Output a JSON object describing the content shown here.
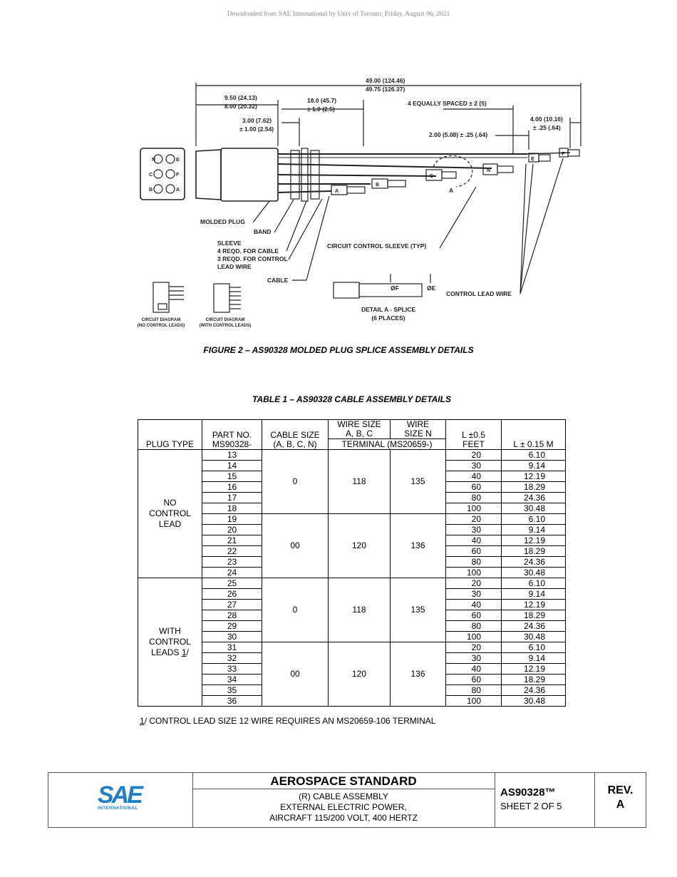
{
  "watermark": "Downloaded from SAE International by Univ of Toronto, Friday, August 06, 2021",
  "figure": {
    "caption": "FIGURE 2 – AS90328 MOLDED PLUG SPLICE ASSEMBLY DETAILS",
    "labels": {
      "overall_1": "49.00 (124.46)",
      "overall_2": "49.75 (126.37)",
      "plug_len_1": "9.50 (24.13)",
      "plug_len_2": "8.00 (20.32)",
      "sleeve_sp_1": "18.0 (45.7)",
      "sleeve_sp_2": "± 1.0 (2.5)",
      "equal_spaced": "4 EQUALLY SPACED ± 2 (5)",
      "band_1": "3.00 (7.62)",
      "band_2": "± 1.00 (2.54)",
      "ctrl_end_1": "4.00 (10.16)",
      "ctrl_end_2": "± .25 (.64)",
      "ctrl_sp": "2.00 (5.08) ± .25 (.64)",
      "molded_plug": "MOLDED PLUG",
      "band": "BAND",
      "sleeve_1": "SLEEVE",
      "sleeve_2": "4 REQD. FOR CABLE",
      "sleeve_3": "3 REQD. FOR CONTROL",
      "sleeve_4": "LEAD WIRE",
      "cable": "CABLE",
      "circuit_sleeve": "CIRCUIT CONTROL SLEEVE (TYP)",
      "control_lead": "CONTROL LEAD WIRE",
      "dia_f": "ØF",
      "dia_e": "ØE",
      "detail_1": "DETAIL A - SPLICE",
      "detail_2": "(6 PLACES)",
      "detail_mark": "A",
      "circuit_no_1": "CIRCUIT DIAGRAM",
      "circuit_no_2": "(NO CONTROL LEADS)",
      "circuit_with_1": "CIRCUIT DIAGRAM",
      "circuit_with_2": "(WITH CONTROL LEADS)",
      "pin_n": "N",
      "pin_e": "E",
      "pin_c": "C",
      "pin_f": "F",
      "pin_b": "B",
      "pin_a": "A",
      "splice_a": "A",
      "splice_b": "B",
      "splice_c": "C",
      "splice_n": "N",
      "splice_e": "E",
      "splice_f": "F"
    }
  },
  "table": {
    "caption": "TABLE 1 – AS90328 CABLE ASSEMBLY DETAILS",
    "headers": {
      "plug_type": "PLUG TYPE",
      "part_no_1": "PART NO.",
      "part_no_2": "MS90328-",
      "cable_size_1": "CABLE SIZE",
      "cable_size_2": "(A, B, C, N)",
      "wire_abc_1": "WIRE SIZE",
      "wire_abc_2": "A, B, C",
      "wire_n_1": "WIRE",
      "wire_n_2": "SIZE N",
      "terminal": "TERMINAL (MS20659-)",
      "len_ft_1": "L ±0.5",
      "len_ft_2": "FEET",
      "len_m": "L ± 0.15 M"
    },
    "groups": [
      {
        "plug_type_lines": [
          "NO",
          "CONTROL",
          "LEAD"
        ],
        "footnote_ref": "",
        "subgroups": [
          {
            "cable_size": "0",
            "wire_abc": "118",
            "wire_n": "135",
            "rows": [
              [
                "13",
                "20",
                "6.10"
              ],
              [
                "14",
                "30",
                "9.14"
              ],
              [
                "15",
                "40",
                "12.19"
              ],
              [
                "16",
                "60",
                "18.29"
              ],
              [
                "17",
                "80",
                "24.36"
              ],
              [
                "18",
                "100",
                "30.48"
              ]
            ]
          },
          {
            "cable_size": "00",
            "wire_abc": "120",
            "wire_n": "136",
            "rows": [
              [
                "19",
                "20",
                "6.10"
              ],
              [
                "20",
                "30",
                "9.14"
              ],
              [
                "21",
                "40",
                "12.19"
              ],
              [
                "22",
                "60",
                "18.29"
              ],
              [
                "23",
                "80",
                "24.36"
              ],
              [
                "24",
                "100",
                "30.48"
              ]
            ]
          }
        ]
      },
      {
        "plug_type_lines": [
          "WITH",
          "CONTROL",
          "LEADS"
        ],
        "footnote_ref": "1",
        "subgroups": [
          {
            "cable_size": "0",
            "wire_abc": "118",
            "wire_n": "135",
            "rows": [
              [
                "25",
                "20",
                "6.10"
              ],
              [
                "26",
                "30",
                "9.14"
              ],
              [
                "27",
                "40",
                "12.19"
              ],
              [
                "28",
                "60",
                "18.29"
              ],
              [
                "29",
                "80",
                "24.36"
              ],
              [
                "30",
                "100",
                "30.48"
              ]
            ]
          },
          {
            "cable_size": "00",
            "wire_abc": "120",
            "wire_n": "136",
            "rows": [
              [
                "31",
                "20",
                "6.10"
              ],
              [
                "32",
                "30",
                "9.14"
              ],
              [
                "33",
                "40",
                "12.19"
              ],
              [
                "34",
                "60",
                "18.29"
              ],
              [
                "35",
                "80",
                "24.36"
              ],
              [
                "36",
                "100",
                "30.48"
              ]
            ]
          }
        ]
      }
    ],
    "footnote": {
      "ref": "1",
      "text": "/ CONTROL LEAD SIZE 12 WIRE REQUIRES AN MS20659-106 TERMINAL"
    }
  },
  "footer": {
    "logo_mark": "SAE",
    "logo_sub": "INTERNATIONAL",
    "standard": "AEROSPACE STANDARD",
    "title_lines": [
      "(R) CABLE ASSEMBLY",
      "EXTERNAL ELECTRIC POWER,",
      "AIRCRAFT 115/200 VOLT, 400 HERTZ"
    ],
    "doc_number": "AS90328™",
    "sheet": "SHEET 2 OF 5",
    "rev_label": "REV.",
    "rev_value": "A"
  }
}
